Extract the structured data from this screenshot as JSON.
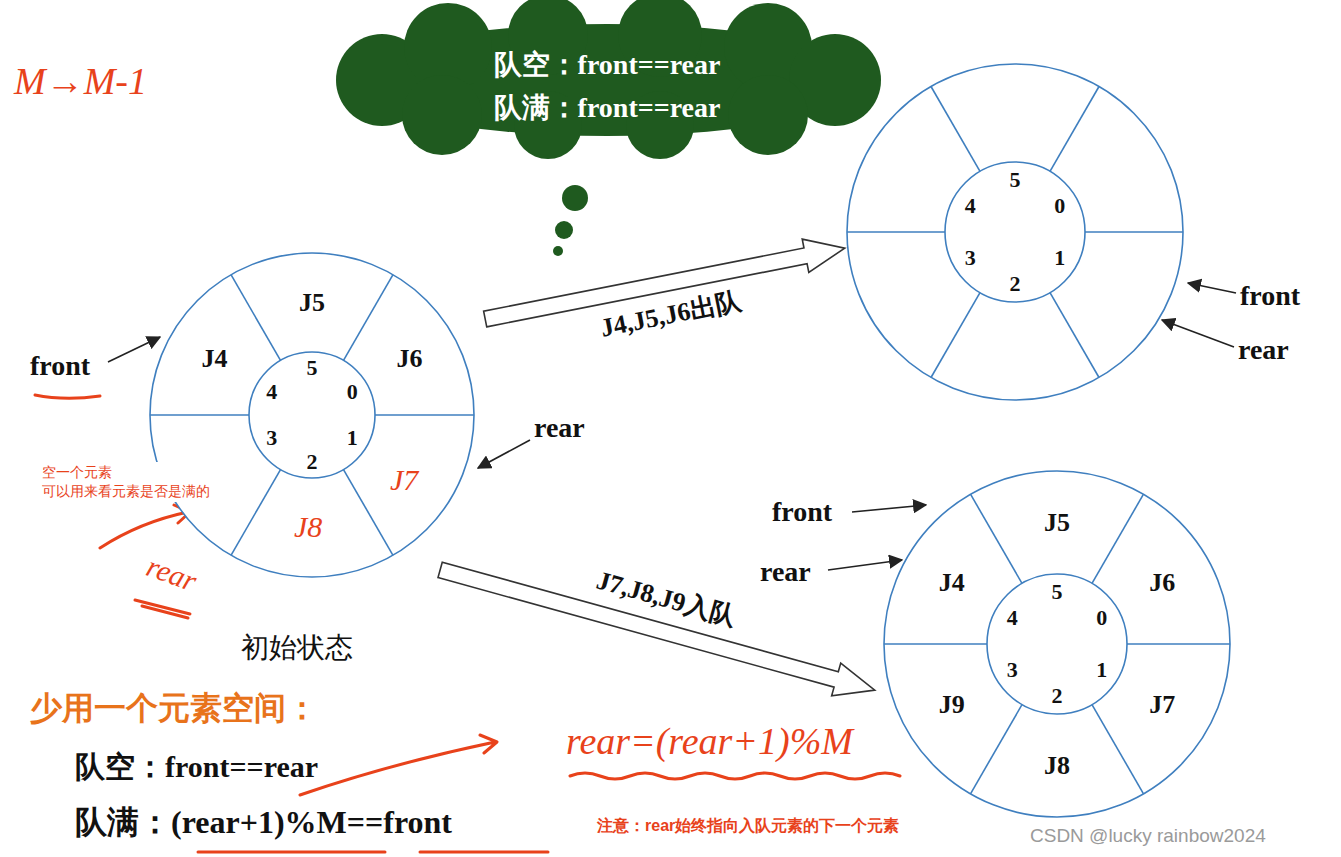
{
  "diagram": {
    "nodes": [
      {
        "text": [
          "队空：front==rear",
          "队满：front==rear"
        ]
      },
      {
        "text": [
          "J5",
          "J6",
          "J4",
          "J7",
          "J8",
          "5",
          "4",
          "0",
          "3",
          "1",
          "2",
          "初始状态"
        ]
      },
      {
        "text": [
          "5",
          "4",
          "0",
          "3",
          "1",
          "2"
        ]
      },
      {
        "text": [
          "J5",
          "J4",
          "J6",
          "J9",
          "J7",
          "J8",
          "5",
          "4",
          "0",
          "3",
          "1",
          "2"
        ]
      }
    ],
    "edges": [
      {
        "from": 1,
        "to": 2,
        "label": "J4,J5,J6出队",
        "arrow": "to"
      },
      {
        "from": 1,
        "to": 3,
        "label": "J7,J8,J9入队",
        "arrow": "to"
      }
    ],
    "labels": [
      "M→M-1",
      "front",
      "rear",
      "空一个元素 可以用来看元素是否是满的",
      "rear",
      "front",
      "rear",
      "front",
      "rear",
      "少用一个元素空间：",
      "队空：front==rear",
      "队满：(rear+1)%M==front",
      "rear=(rear+1)%M",
      "注意：rear始终指向入队元素的下一个元素",
      "CSDN @lucky rainbow2024"
    ]
  }
}
